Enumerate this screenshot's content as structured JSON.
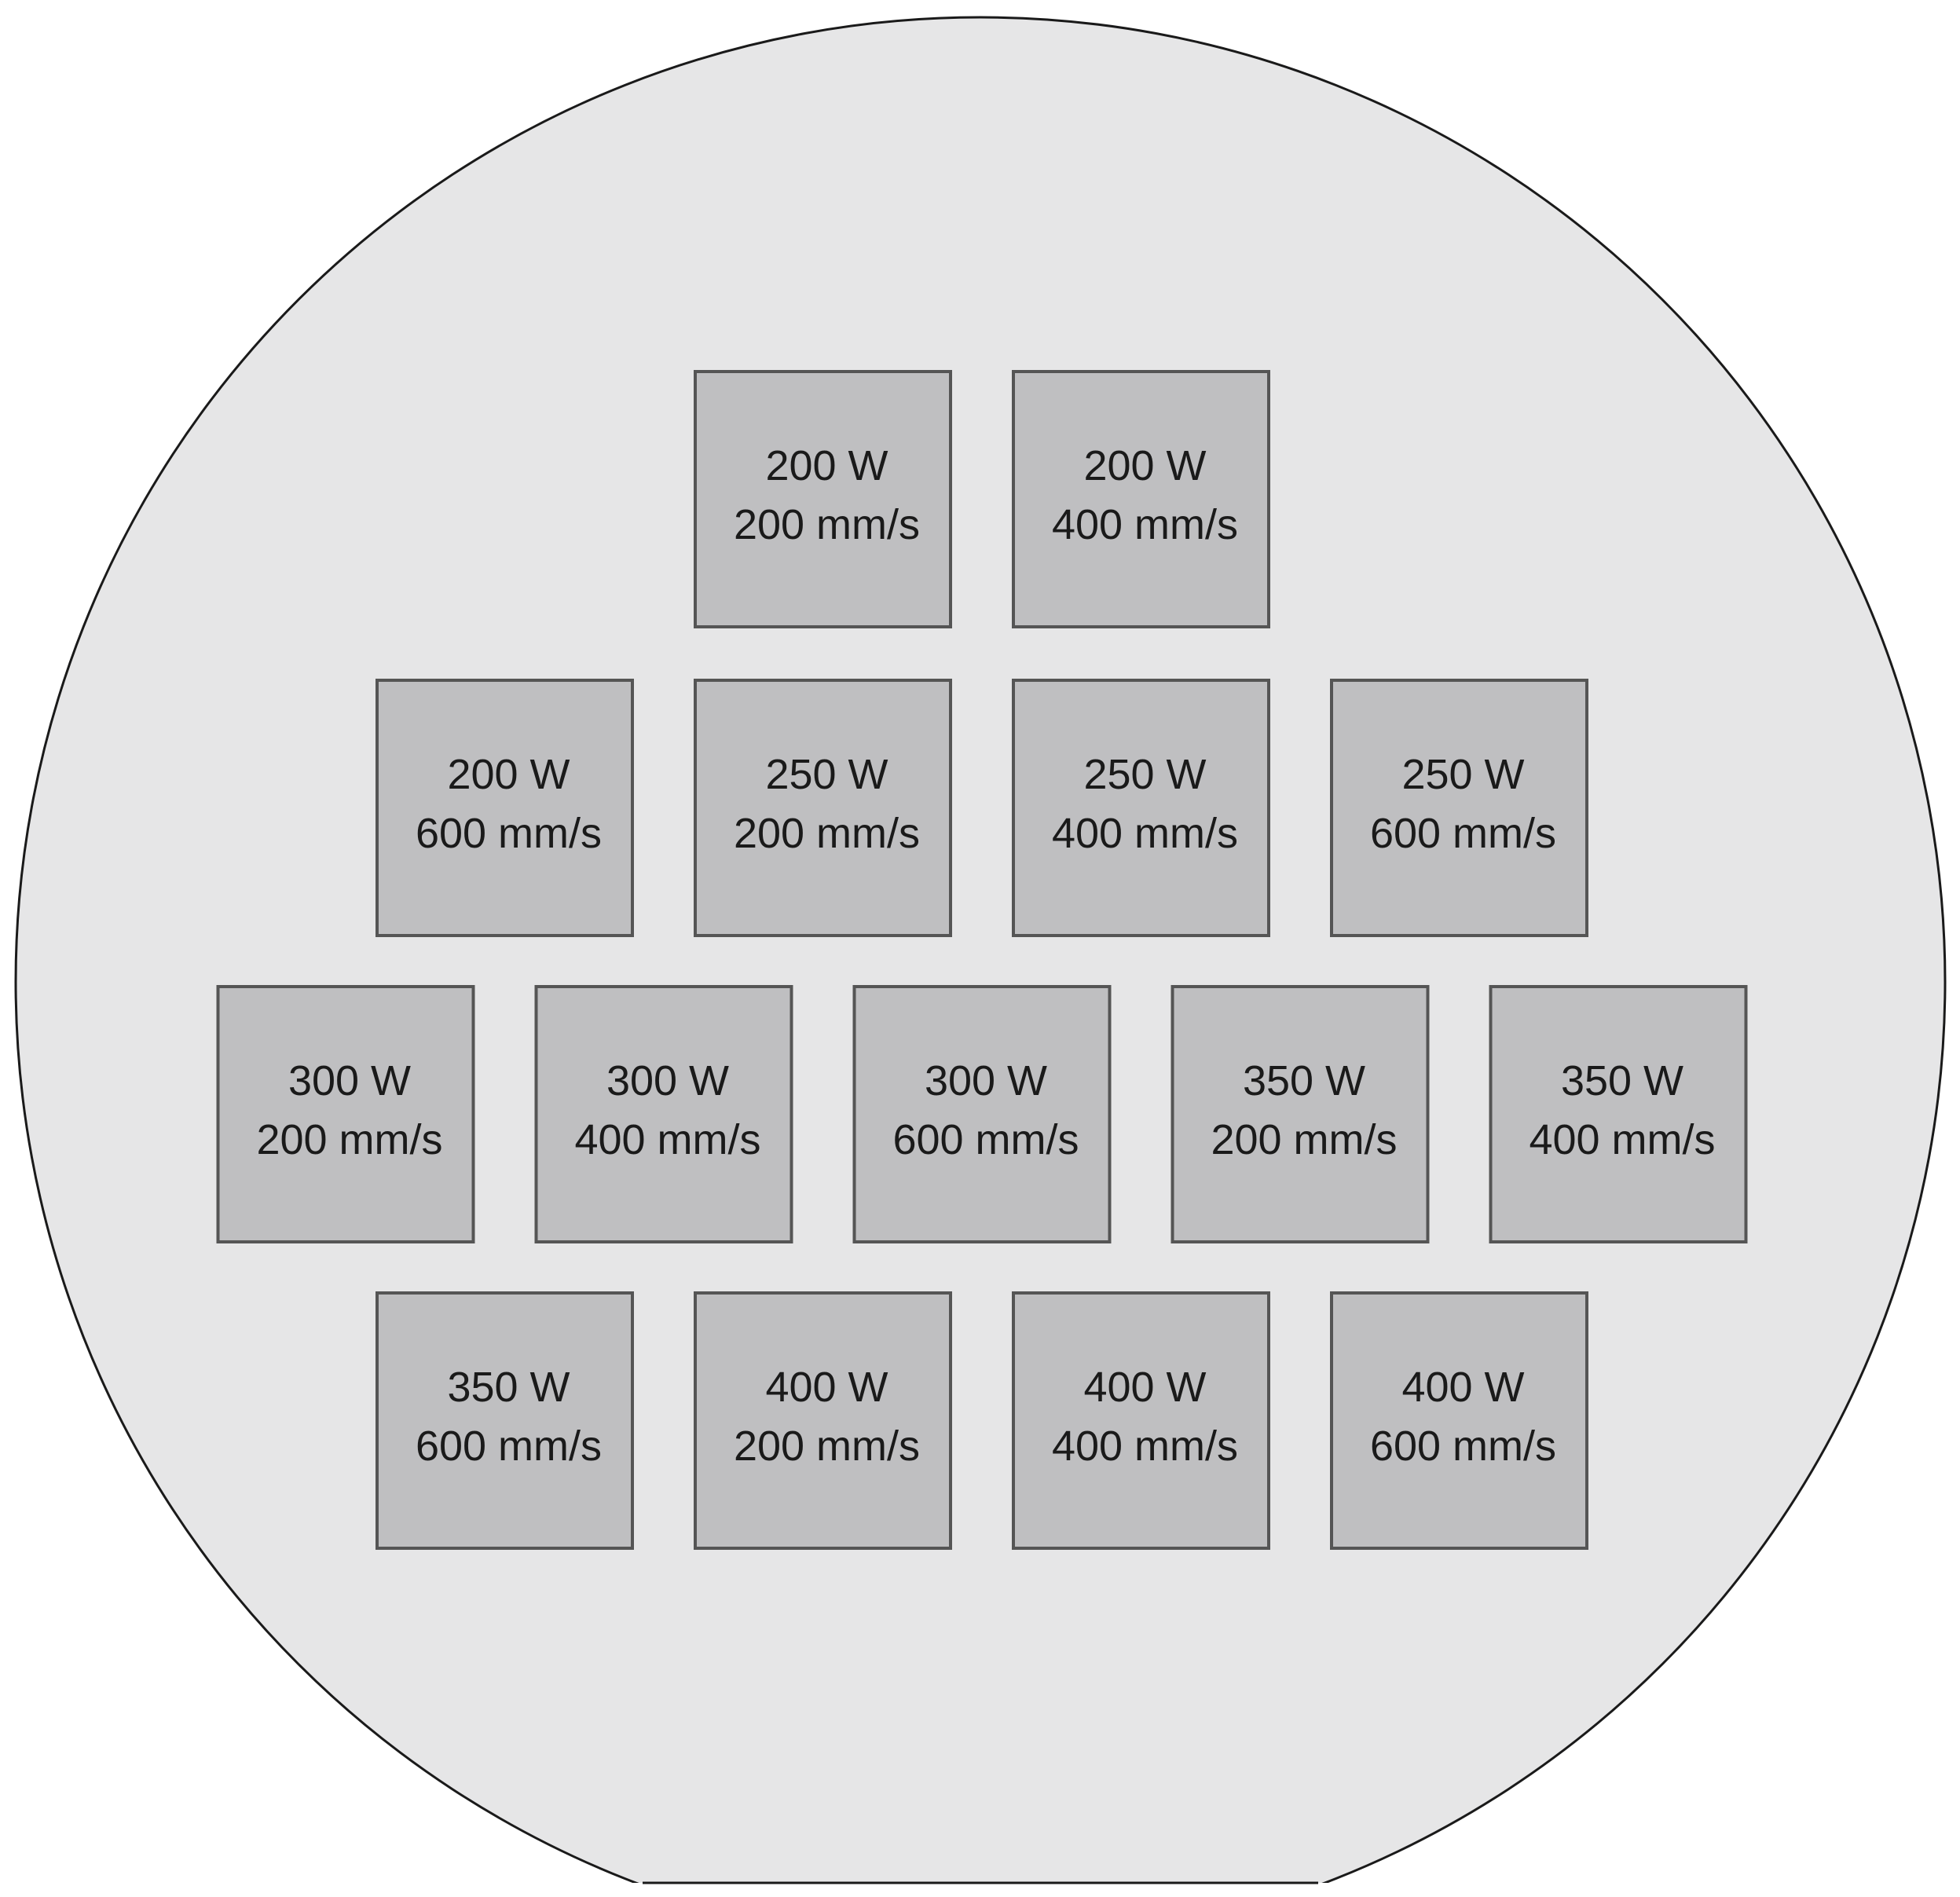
{
  "colors": {
    "wafer_fill": "#e6e6e7",
    "wafer_stroke": "#1a1a1a",
    "sample_fill": "#bfbfc1",
    "sample_stroke": "#555555",
    "text": "#1a1a1a"
  },
  "rows": [
    [
      {
        "power": "200 W",
        "speed": "200 mm/s"
      },
      {
        "power": "200 W",
        "speed": "400 mm/s"
      }
    ],
    [
      {
        "power": "200 W",
        "speed": "600 mm/s"
      },
      {
        "power": "250 W",
        "speed": "200 mm/s"
      },
      {
        "power": "250 W",
        "speed": "400 mm/s"
      },
      {
        "power": "250 W",
        "speed": "600 mm/s"
      }
    ],
    [
      {
        "power": "300 W",
        "speed": "200 mm/s"
      },
      {
        "power": "300 W",
        "speed": "400 mm/s"
      },
      {
        "power": "300 W",
        "speed": "600 mm/s"
      },
      {
        "power": "350 W",
        "speed": "200 mm/s"
      },
      {
        "power": "350 W",
        "speed": "400 mm/s"
      }
    ],
    [
      {
        "power": "350 W",
        "speed": "600 mm/s"
      },
      {
        "power": "400 W",
        "speed": "200 mm/s"
      },
      {
        "power": "400 W",
        "speed": "400 mm/s"
      },
      {
        "power": "400 W",
        "speed": "600 mm/s"
      }
    ]
  ]
}
